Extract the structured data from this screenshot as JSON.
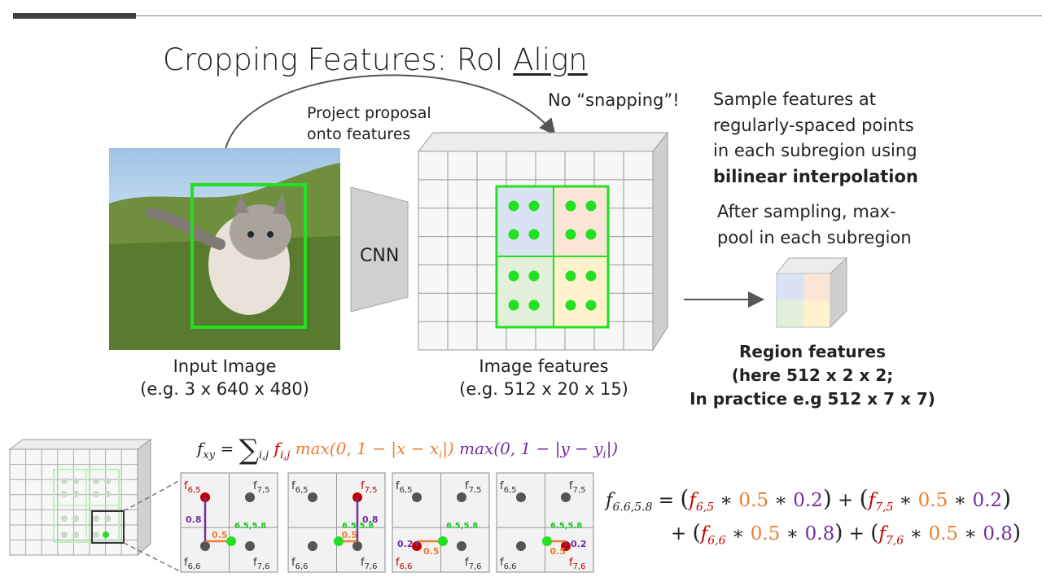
{
  "slide": {
    "title_main": "Cropping Features: RoI ",
    "title_underlined": "Align"
  },
  "labels": {
    "project_proposal_1": "Project proposal",
    "project_proposal_2": "onto features",
    "no_snapping": "No “snapping”!",
    "cnn": "CNN",
    "input_image": "Input Image",
    "input_dims": "(e.g. 3 x 640 x 480)",
    "image_features": "Image features",
    "features_dims": "(e.g. 512 x 20 x 15)",
    "sample_line1": "Sample features at",
    "sample_line2": "regularly-spaced points",
    "sample_line3": "in each subregion using",
    "sample_bold": "bilinear interpolation",
    "after_line1": "After sampling, max-",
    "after_line2": "pool in each subregion",
    "region_title": "Region features",
    "region_line2": "(here 512 x 2 x 2;",
    "region_line3": "In practice e.g 512 x 7 x 7)"
  },
  "formula": {
    "lhs": "f",
    "lhs_sub": "xy",
    "equals": " = ",
    "sum_sub": "i,j",
    "f_term": "f",
    "f_sub": "i,j",
    "max_x": " max(0, 1 − |x − x",
    "max_x_sub": "i",
    "max_x_end": "|)",
    "max_y": " max(0, 1 − |y − y",
    "max_y_sub": "i",
    "max_y_end": "|)"
  },
  "panels": {
    "f65": "f",
    "f65_sub": "6,5",
    "f75": "f",
    "f75_sub": "7,5",
    "f66": "f",
    "f66_sub": "6,6",
    "f76": "f",
    "f76_sub": "7,6",
    "point": "6.5,5.8",
    "v08": "0.8",
    "v05": "0.5",
    "v02": "0.2"
  },
  "equation": {
    "lhs": "f",
    "lhs_sub": "6.6,5.8",
    "eq": " = ",
    "line1_t1": "f",
    "line1_t1_sub": "6,5",
    "line1_t2": "f",
    "line1_t2_sub": "7,5",
    "line2_t1": "f",
    "line2_t1_sub": "6,6",
    "line2_t2": "f",
    "line2_t2_sub": "7,6",
    "w05": "0.5",
    "w02": "0.2",
    "w08": "0.8",
    "plus": " + ",
    "times": " ∗ "
  },
  "colors": {
    "green": "#22e022",
    "red": "#c00000",
    "orange": "#ed7d31",
    "purple": "#7030a0",
    "grid": "#999999",
    "panel_bg": "#f2f2f2"
  }
}
